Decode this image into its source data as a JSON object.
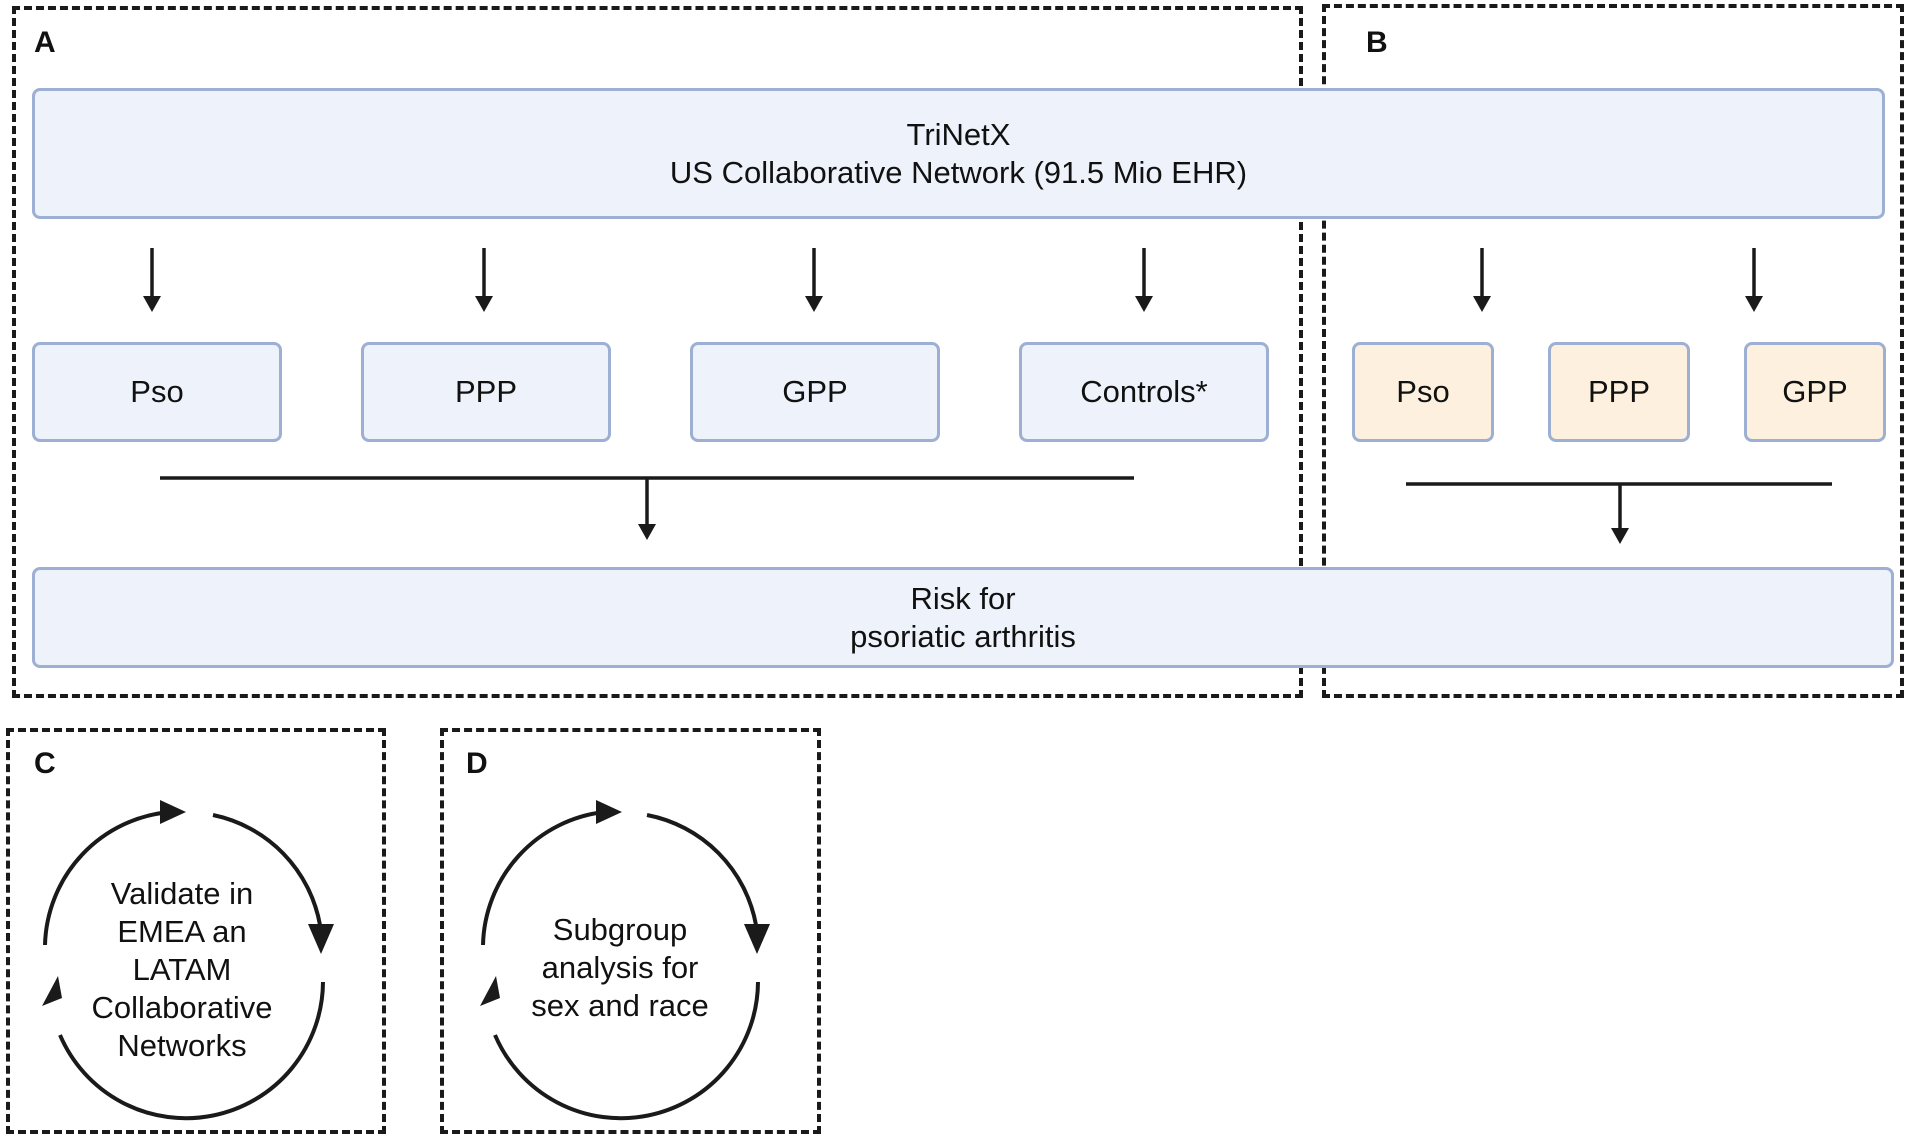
{
  "panels": {
    "a": {
      "letter": "A"
    },
    "b": {
      "letter": "B"
    },
    "c": {
      "letter": "C"
    },
    "d": {
      "letter": "D"
    }
  },
  "source_box": {
    "line1": "TriNetX",
    "line2": "US Collaborative Network (91.5 Mio EHR)"
  },
  "cohorts_a": [
    "Pso",
    "PPP",
    "GPP",
    "Controls*"
  ],
  "cohorts_b": [
    "Pso",
    "PPP",
    "GPP"
  ],
  "outcome_box": {
    "line1": "Risk for",
    "line2": "psoriatic arthritis"
  },
  "cycle_c": {
    "lines": [
      "Validate in",
      "EMEA an",
      "LATAM",
      "Collaborative",
      "Networks"
    ]
  },
  "cycle_d": {
    "lines": [
      "Subgroup",
      "analysis for",
      "sex and race"
    ]
  },
  "colors": {
    "blue_fill": "#eef3fb",
    "blue_border": "#9db0d3",
    "peach_fill": "#fdf0df",
    "line": "#1a1a1a"
  }
}
